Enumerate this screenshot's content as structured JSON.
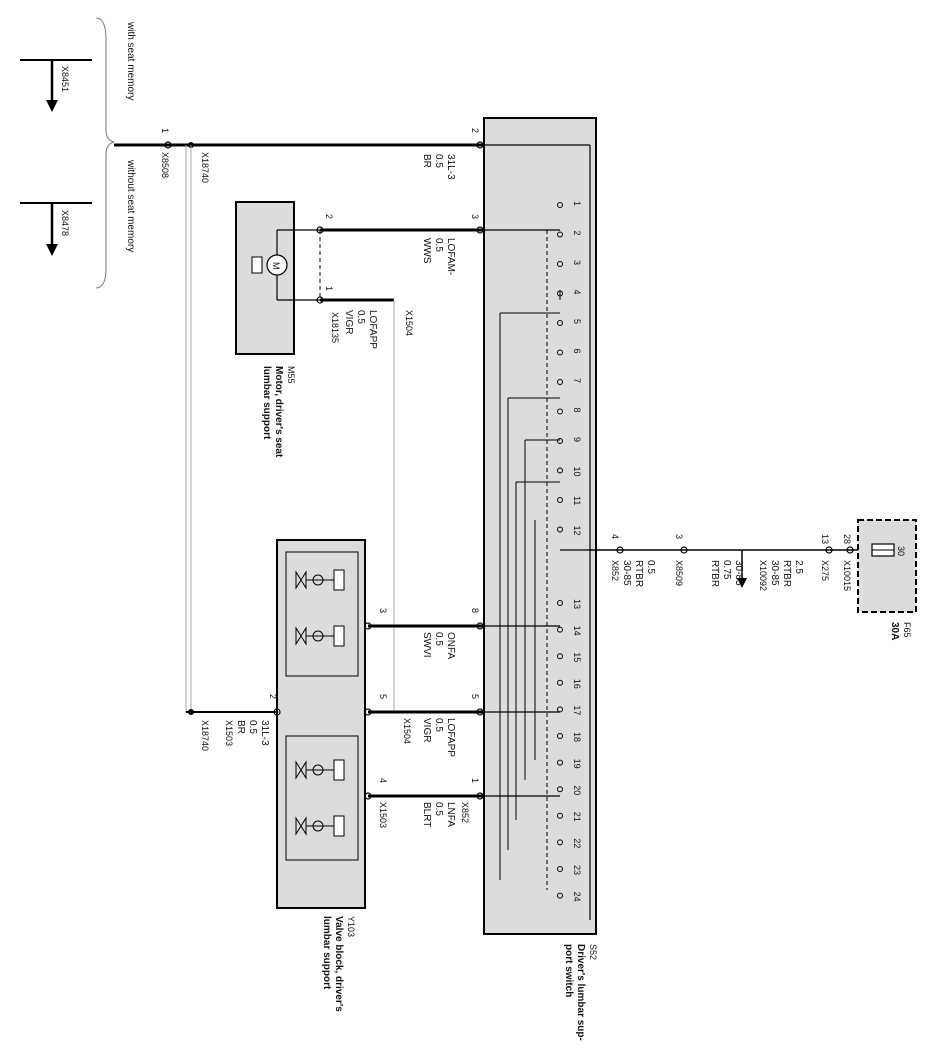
{
  "memory_labels": {
    "with_memory": "with seat memory",
    "without_memory": "without seat memory",
    "conn_with": "X8451",
    "conn_without": "X8478"
  },
  "wires": {
    "x8508_pin": "1",
    "x8508_name": "X8508",
    "x18740_top": "X18740",
    "top_pin2": "2",
    "top_wire": [
      "31L-3",
      "0.5",
      "BR"
    ],
    "top_pin3": "3",
    "lofam_wire": [
      "LOFAM-",
      "0.5",
      "WWS"
    ],
    "lofapp_wire": [
      "LOFAPP",
      "0.5",
      "VIGR"
    ],
    "x1504_top": "X1504",
    "motor_pin2": "2",
    "motor_pin1": "1",
    "x18135": "X18135",
    "pin8": "8",
    "onfa_wire": [
      "ONFA",
      "0.5",
      "SWVI"
    ],
    "pin5": "5",
    "lofapp2_wire": [
      "LOFAPP",
      "0.5",
      "VIGR"
    ],
    "pin1": "1",
    "lnfa_wire": [
      "LNFA",
      "0.5",
      "BLRT"
    ],
    "vb_pin3": "3",
    "vb_pin5": "5",
    "vb_pin4": "4",
    "vb_pin2": "2",
    "x1504_bottom": "X1504",
    "x1503_bottom": "X1503",
    "x852_bottom": "X852",
    "vb_wire": [
      "31L-3",
      "0.5",
      "BR"
    ],
    "x1503_left": "X1503",
    "x18740_left": "X18740"
  },
  "motor": {
    "id": "M55",
    "name_line1": "Motor, driver's seat",
    "name_line2": "lumbar support",
    "symbol": "M"
  },
  "valve_block": {
    "id": "Y103",
    "name_line1": "Valve block, driver's",
    "name_line2": "lumbar support"
  },
  "switch": {
    "id": "S52",
    "name_line1": "Driver's lumbar sup-",
    "name_line2": "port switch",
    "pins_top": [
      "1",
      "2",
      "3",
      "4",
      "5",
      "6",
      "7",
      "8",
      "9",
      "10",
      "11",
      "12"
    ],
    "pins_bottom": [
      "13",
      "14",
      "15",
      "16",
      "17",
      "18",
      "19",
      "20",
      "21",
      "22",
      "23",
      "24"
    ]
  },
  "supply": {
    "x852_pin": "4",
    "x852_name": "X852",
    "wire1": [
      "0.5",
      "RTBR",
      "30-85"
    ],
    "x8509_pin": "3",
    "x8509_name": "X8509",
    "wire2": [
      "30-85",
      "0.75",
      "RTBR"
    ],
    "x10092": "X10092",
    "wire3": [
      "2.5",
      "RTBR",
      "30-85"
    ],
    "x275_pin": "13",
    "x275_name": "X275",
    "x10015_pin": "28",
    "x10015_name": "X10015",
    "fuse_pin": "30",
    "fuse_id": "F65",
    "fuse_rating": "30A"
  }
}
